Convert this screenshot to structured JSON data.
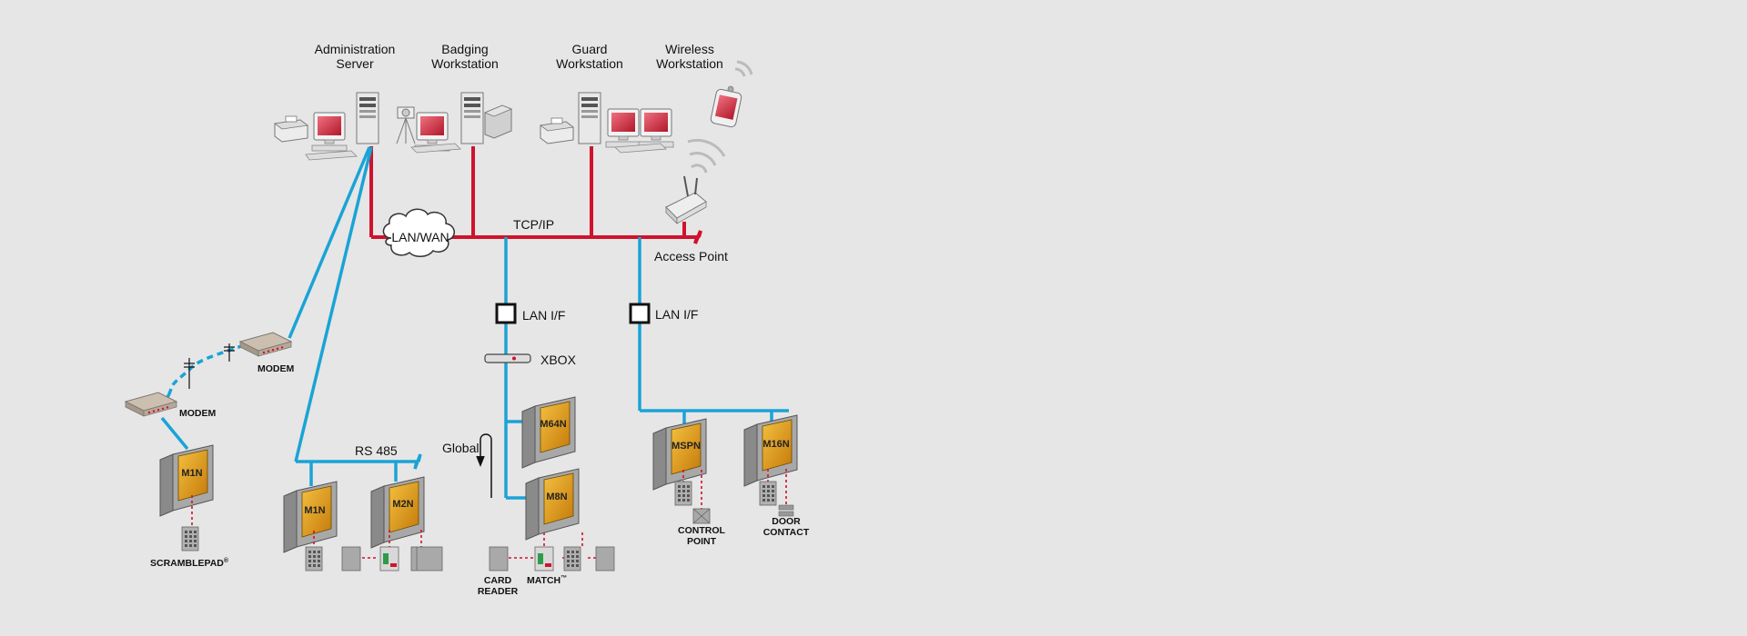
{
  "workstations": {
    "admin_l1": "Administration",
    "admin_l2": "Server",
    "badging_l1": "Badging",
    "badging_l2": "Workstation",
    "guard_l1": "Guard",
    "guard_l2": "Workstation",
    "wireless_l1": "Wireless",
    "wireless_l2": "Workstation"
  },
  "network": {
    "lan_wan": "LAN/WAN",
    "tcpip": "TCP/IP",
    "access_point": "Access Point",
    "lan_if_1": "LAN I/F",
    "lan_if_2": "LAN I/F",
    "xbox": "XBOX",
    "rs485": "RS 485",
    "global": "Global"
  },
  "modems": {
    "upper": "MODEM",
    "lower": "MODEM"
  },
  "panels": {
    "remote": "M1N",
    "rs485_a": "M1N",
    "rs485_b": "M2N",
    "m64n": "M64N",
    "m8n": "M8N",
    "mspn": "MSPN",
    "m16n": "M16N"
  },
  "devices": {
    "scramblepad": "SCRAMBLEPAD",
    "scramblepad_mark": "®",
    "card_reader_l1": "CARD",
    "card_reader_l2": "READER",
    "match": "MATCH",
    "match_mark": "™",
    "control_point_l1": "CONTROL",
    "control_point_l2": "POINT",
    "door_contact_l1": "DOOR",
    "door_contact_l2": "CONTACT"
  },
  "colors": {
    "tcpip_line": "#d0122c",
    "rs485_line": "#1aa3d6",
    "panel_face": "#e8a21a",
    "screen": "#c8283a",
    "background": "#e6e6e6"
  }
}
